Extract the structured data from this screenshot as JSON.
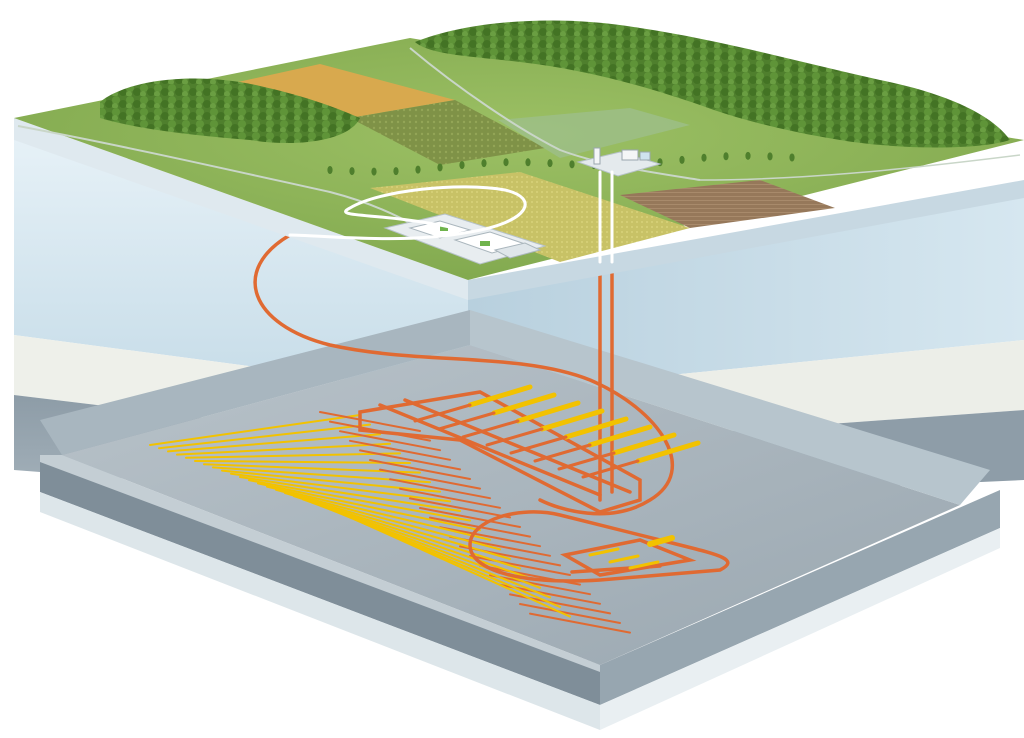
{
  "diagram": {
    "kind": "deep geological repository cutaway",
    "colors": {
      "background": "#ffffff",
      "grass": "#8db35a",
      "grass_dark": "#6e9a44",
      "forest": "#4d7e2c",
      "field_orange": "#d7a64c",
      "field_olive": "#8a9a4a",
      "field_yellow": "#c9c46a",
      "field_brown": "#9a7b5c",
      "layer_sky": "#cfe3ee",
      "layer_cream": "#eef0ea",
      "layer_grey": "#98a7b2",
      "layer_bottom": "#dde6ea",
      "floor": "#a9b5bd",
      "tunnel": "#e06a32",
      "disposal_tube": "#f2c200",
      "access_ramp_surface": "#ffffff"
    },
    "elements": {
      "surface": "ground-surface",
      "forest_left": "forest",
      "forest_right": "forest",
      "surface_facility": "surface-facility",
      "shaft_facility": "shaft-headframe",
      "access_ramp": "spiral-ramp",
      "shafts": "vertical-shafts",
      "central_area": "central-tunnels",
      "hlw_drifts": "disposal-drifts-large",
      "sf_drifts": "disposal-drifts-small"
    }
  }
}
